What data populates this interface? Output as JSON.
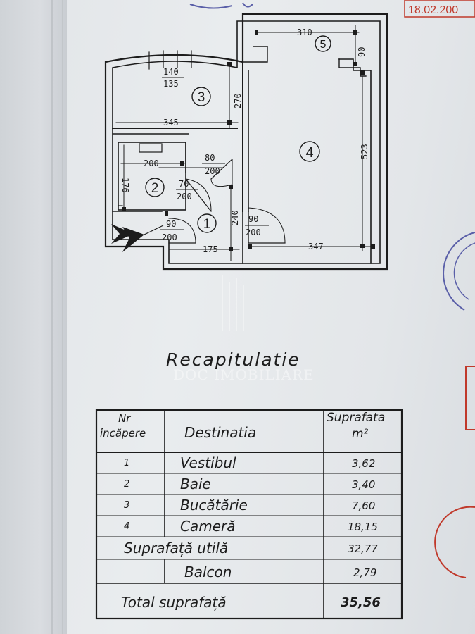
{
  "header": {
    "date_fragment": "18.02.200"
  },
  "plan": {
    "rooms": [
      "1",
      "2",
      "3",
      "4",
      "5"
    ],
    "dims": {
      "r5_width": "310",
      "r5_depth": "90",
      "r3_win_top": "140",
      "r3_win_bottom": "135",
      "r3_depth": "270",
      "r3_width": "345",
      "r4_depth": "523",
      "r2_width": "200",
      "r2_depth": "176",
      "door_bath_top": "80",
      "door_bath_bottom": "200",
      "door_2_top": "70",
      "door_2_bottom": "200",
      "hall_depth": "240",
      "door_entry_top": "90",
      "door_entry_bottom": "200",
      "door_room_top": "90",
      "door_room_bottom": "200",
      "hall_width": "175",
      "r4_width": "347"
    }
  },
  "summary": {
    "title": "Recapitulatie",
    "watermark": "DOC IMOBILIARE",
    "headers": {
      "nr_line1": "Nr",
      "nr_line2": "încăpere",
      "destination": "Destinatia",
      "area_line1": "Suprafata",
      "area_line2": "m²"
    },
    "rows": [
      {
        "nr": "1",
        "name": "Vestibul",
        "area": "3,62"
      },
      {
        "nr": "2",
        "name": "Baie",
        "area": "3,40"
      },
      {
        "nr": "3",
        "name": "Bucătărie",
        "area": "7,60"
      },
      {
        "nr": "4",
        "name": "Cameră",
        "area": "18,15"
      }
    ],
    "useful_label": "Suprafață utilă",
    "useful_value": "32,77",
    "balcony_label": "Balcon",
    "balcony_value": "2,79",
    "total_label": "Total suprafață",
    "total_value": "35,56"
  },
  "colors": {
    "ink": "#1c1c1c",
    "stamp_red": "#c0392b",
    "stamp_blue": "#5a5fa8"
  }
}
